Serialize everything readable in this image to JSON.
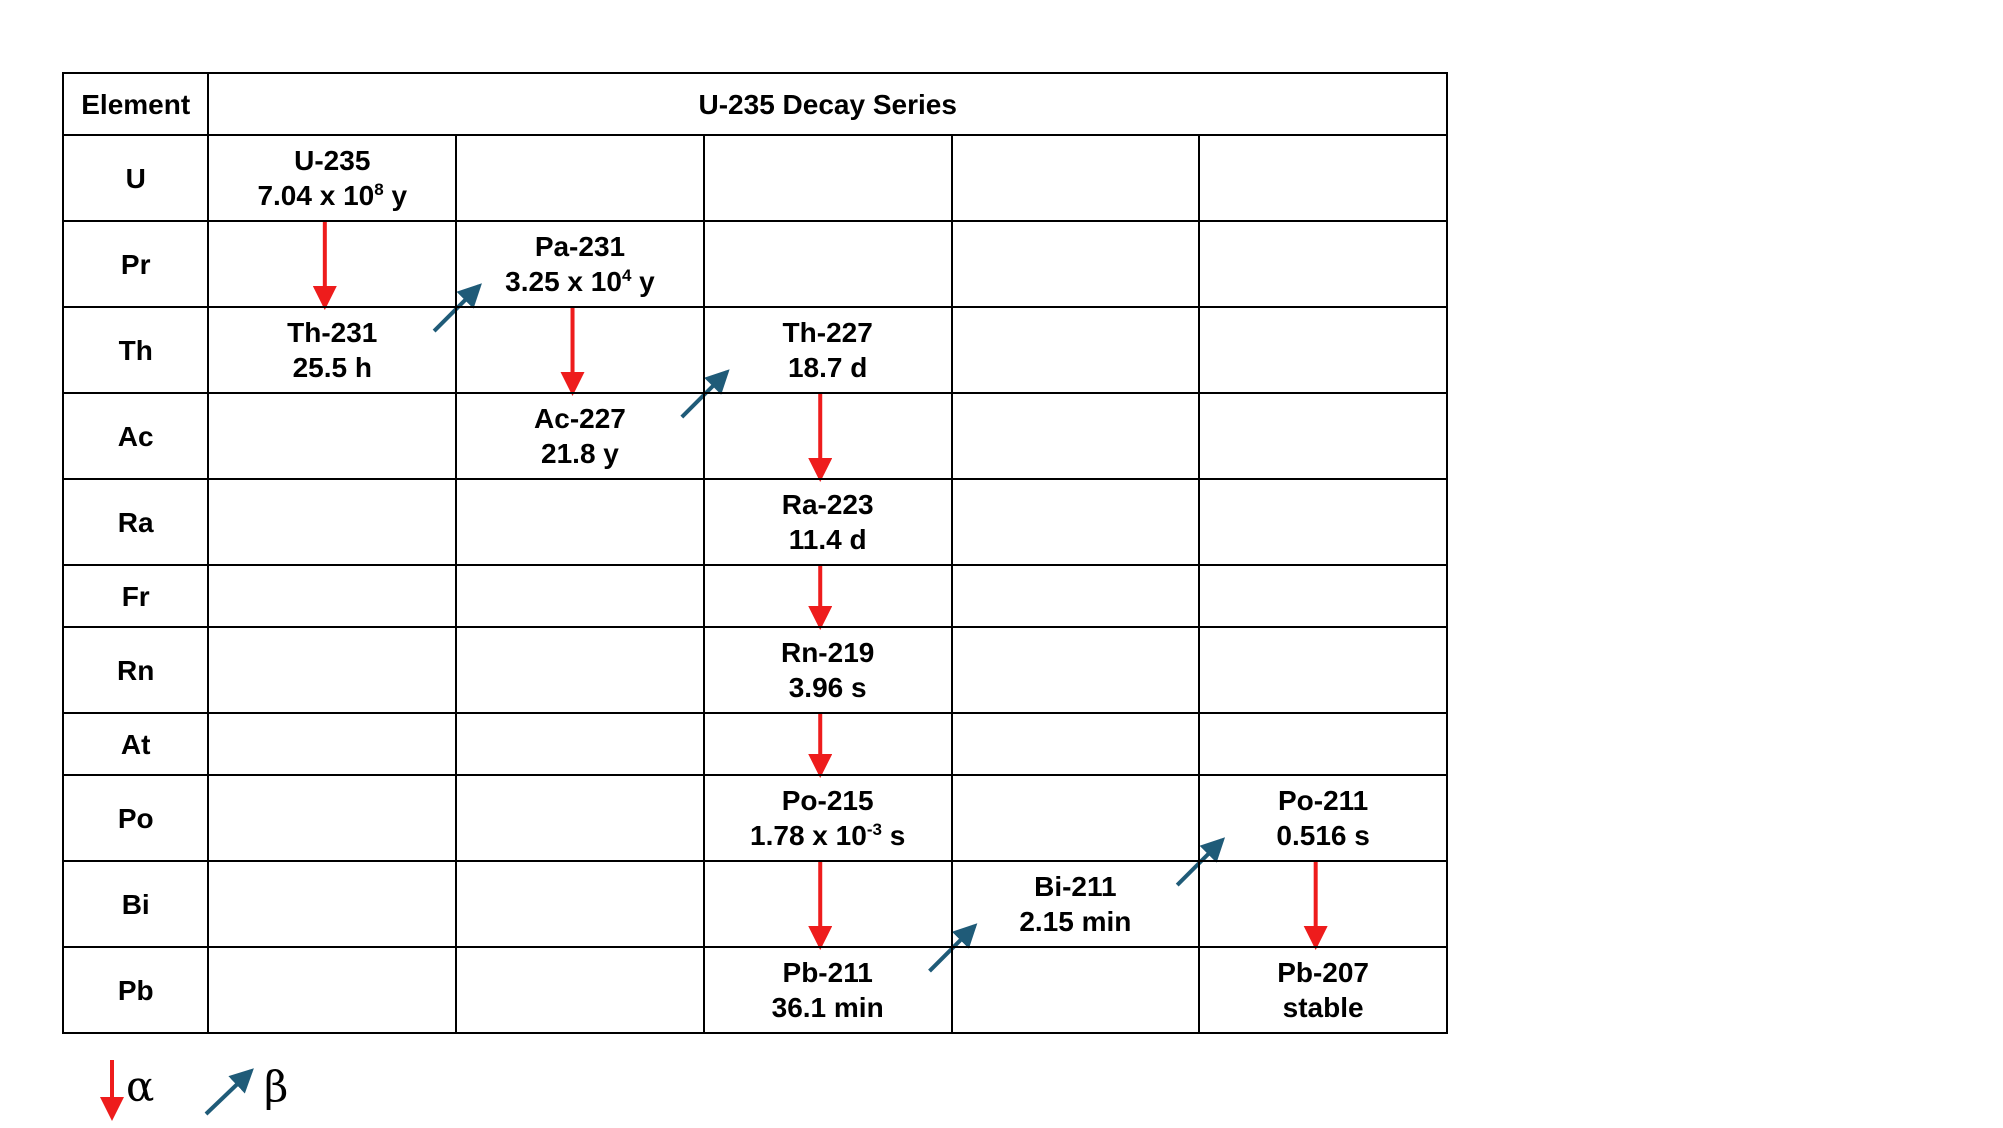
{
  "table": {
    "header": {
      "element": "Element",
      "series_title": "U-235 Decay Series"
    },
    "rows": [
      {
        "element": "U",
        "cells": [
          {
            "name": "U-235",
            "half_life": {
              "pre": "7.04 x 10",
              "sup": "8",
              "post": " y"
            }
          },
          null,
          null,
          null,
          null
        ]
      },
      {
        "element": "Pr",
        "cells": [
          null,
          {
            "name": "Pa-231",
            "half_life": {
              "pre": "3.25 x 10",
              "sup": "4",
              "post": " y"
            }
          },
          null,
          null,
          null
        ]
      },
      {
        "element": "Th",
        "cells": [
          {
            "name": "Th-231",
            "half_life": {
              "pre": "25.5 h"
            }
          },
          null,
          {
            "name": "Th-227",
            "half_life": {
              "pre": "18.7 d"
            }
          },
          null,
          null
        ]
      },
      {
        "element": "Ac",
        "cells": [
          null,
          {
            "name": "Ac-227",
            "half_life": {
              "pre": "21.8 y"
            }
          },
          null,
          null,
          null
        ]
      },
      {
        "element": "Ra",
        "cells": [
          null,
          null,
          {
            "name": "Ra-223",
            "half_life": {
              "pre": "11.4 d"
            }
          },
          null,
          null
        ]
      },
      {
        "element": "Fr",
        "cells": [
          null,
          null,
          null,
          null,
          null
        ]
      },
      {
        "element": "Rn",
        "cells": [
          null,
          null,
          {
            "name": "Rn-219",
            "half_life": {
              "pre": "3.96 s"
            }
          },
          null,
          null
        ]
      },
      {
        "element": "At",
        "cells": [
          null,
          null,
          null,
          null,
          null
        ]
      },
      {
        "element": "Po",
        "cells": [
          null,
          null,
          {
            "name": "Po-215",
            "half_life": {
              "pre": "1.78 x 10",
              "sup": "-3",
              "post": " s"
            }
          },
          null,
          {
            "name": "Po-211",
            "half_life": {
              "pre": "0.516 s"
            }
          }
        ]
      },
      {
        "element": "Bi",
        "cells": [
          null,
          null,
          null,
          {
            "name": "Bi-211",
            "half_life": {
              "pre": "2.15 min"
            }
          },
          null
        ]
      },
      {
        "element": "Pb",
        "cells": [
          null,
          null,
          {
            "name": "Pb-211",
            "half_life": {
              "pre": "36.1 min"
            }
          },
          null,
          {
            "name": "Pb-207",
            "half_life": {
              "pre": "stable"
            }
          }
        ]
      }
    ]
  },
  "transitions": [
    {
      "type": "alpha",
      "from": "U-235",
      "to": "Th-231"
    },
    {
      "type": "beta",
      "from": "Th-231",
      "to": "Pa-231"
    },
    {
      "type": "alpha",
      "from": "Pa-231",
      "to": "Ac-227"
    },
    {
      "type": "beta",
      "from": "Ac-227",
      "to": "Th-227"
    },
    {
      "type": "alpha",
      "from": "Th-227",
      "to": "Ra-223"
    },
    {
      "type": "alpha",
      "from": "Ra-223",
      "to": "Rn-219"
    },
    {
      "type": "alpha",
      "from": "Rn-219",
      "to": "Po-215"
    },
    {
      "type": "alpha",
      "from": "Po-215",
      "to": "Pb-211"
    },
    {
      "type": "beta",
      "from": "Pb-211",
      "to": "Bi-211"
    },
    {
      "type": "beta",
      "from": "Bi-211",
      "to": "Po-211"
    },
    {
      "type": "alpha",
      "from": "Po-211",
      "to": "Pb-207"
    }
  ],
  "legend": {
    "alpha_symbol": "α",
    "beta_symbol": "β"
  },
  "colors": {
    "alpha_arrow": "#ee1c1c",
    "beta_arrow": "#1f5b78",
    "grid": "#000000"
  }
}
